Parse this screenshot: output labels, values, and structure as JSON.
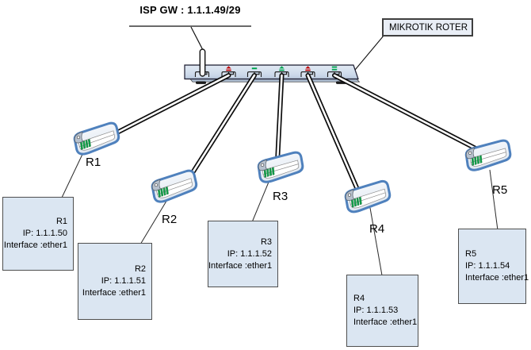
{
  "diagram": {
    "isp_label": "ISP GW : 1.1.1.49/29",
    "router_box_label": "MIKROTIK ROTER",
    "nodes": [
      {
        "name": "R1",
        "ip": "IP: 1.1.1.50",
        "interface": "Interface :ether1"
      },
      {
        "name": "R2",
        "ip": "IP: 1.1.1.51",
        "interface": "Interface :ether1"
      },
      {
        "name": "R3",
        "ip": "IP: 1.1.1.52",
        "interface": "Interface :ether1"
      },
      {
        "name": "R4",
        "ip": "IP: 1.1.1.53",
        "interface": "Interface :ether1"
      },
      {
        "name": "R5",
        "ip": "IP: 1.1.1.54",
        "interface": "Interface :ether1"
      }
    ],
    "icons": {
      "switch": "mikrotik-switch-device",
      "antenna": "antenna-icon",
      "router": "router-device-icon",
      "led_up_down": "port-activity-arrows-icon",
      "led_dash": "port-status-dash-icon"
    },
    "colors": {
      "device_outline_blue": "#4f81bd",
      "led_green": "#00a550",
      "led_red": "#c00000",
      "info_box_fill": "#dbe6f2",
      "switch_fill_top": "#e2eaf4",
      "switch_fill_bottom": "#b9c9dd",
      "cable_black": "#0d0d0d"
    }
  }
}
